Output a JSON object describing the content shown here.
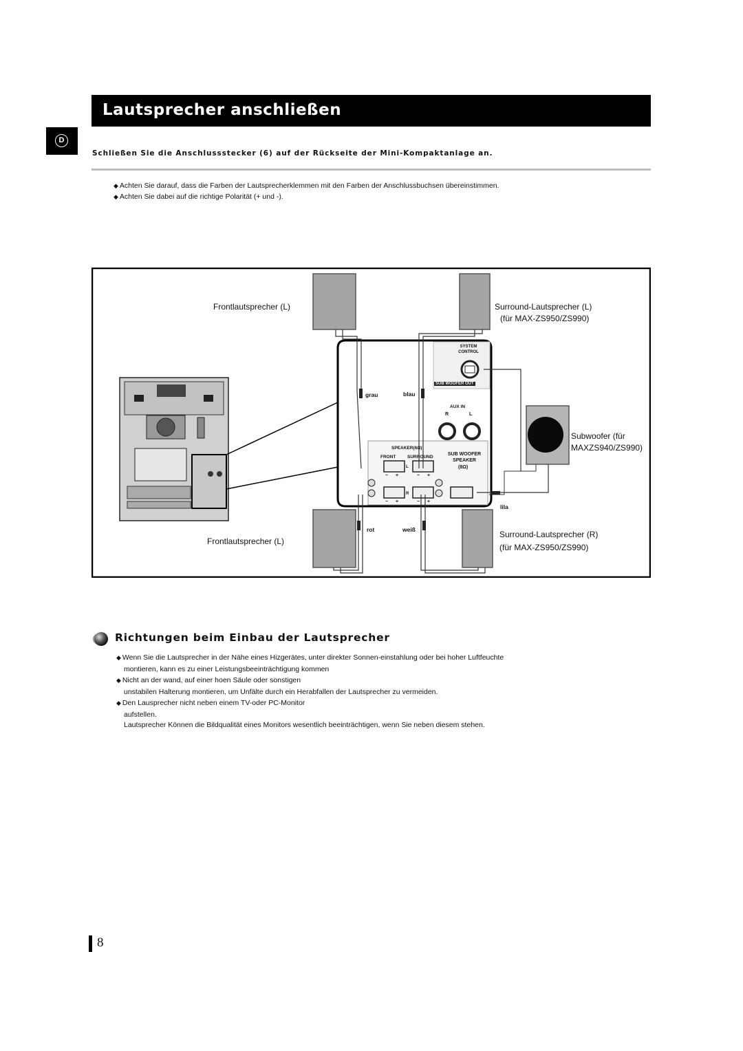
{
  "header": {
    "title": "Lautsprecher anschließen",
    "language_badge": "D"
  },
  "instruction": "Schließen Sie die Anschlussstecker (6) auf der Rückseite der Mini-Kompaktanlage an.",
  "notes": [
    "Achten Sie darauf, dass die Farben der Lautsprecherklemmen mit den Farben der Anschlussbuchsen übereinstimmen.",
    "Achten Sie dabei auf die richtige Polarität (+ und -)."
  ],
  "bullet_symbol": "◆",
  "diagram": {
    "front_left_top": "Frontlautsprecher (L)",
    "front_left_bottom": "Frontlautsprecher (L)",
    "surround_left": "Surround-Lautsprecher (L)",
    "surround_left_model": "(für MAX-ZS950/ZS990)",
    "surround_right": "Surround-Lautsprecher (R)",
    "surround_right_model": "(für MAX-ZS950/ZS990)",
    "subwoofer": "Subwoofer (für",
    "subwoofer_model": "MAXZS940/ZS990)",
    "wire_colors": {
      "grau": "grau",
      "blau": "blau",
      "rot": "rot",
      "weiss": "weiß",
      "lila": "lila"
    },
    "panel": {
      "system_control": "SYSTEM CONTROL",
      "sub_woofer_out": "SUB WOOFER OUT",
      "aux_in": "AUX IN",
      "aux_r": "R",
      "aux_l": "L",
      "speaker": "SPEAKER(6Ω)",
      "front": "FRONT",
      "surround": "SURROUND",
      "sub_woofer_speaker": "SUB WOOFER SPEAKER",
      "sub_woofer_ohm": "(8Ω)",
      "minus": "−",
      "plus": "+",
      "ch_l": "L",
      "ch_r": "R"
    }
  },
  "section": {
    "title": "Richtungen beim Einbau der Lautsprecher",
    "items": [
      {
        "lines": [
          "Wenn Sie die Lautsprecher in der Nähe eines Hizgerätes, unter direkter Sonnen-einstahlung oder bei hoher Luftfeuchte",
          "montieren, kann es zu einer Leistungsbeeinträchtigung kommen"
        ]
      },
      {
        "lines": [
          "Nicht an der wand, auf einer hoen Säule oder sonstigen",
          "unstabilen Halterung montieren, um Unfälte durch ein Herabfallen der Lautsprecher zu vermeiden."
        ]
      },
      {
        "lines": [
          "Den Lausprecher nicht neben einem TV-oder PC-Monitor",
          "aufstellen.",
          "Lautsprecher Können die Bildqualität eines Monitors wesentlich beeinträchtigen, wenn Sie neben diesem stehen."
        ]
      }
    ]
  },
  "footer": {
    "page_number": "8"
  }
}
